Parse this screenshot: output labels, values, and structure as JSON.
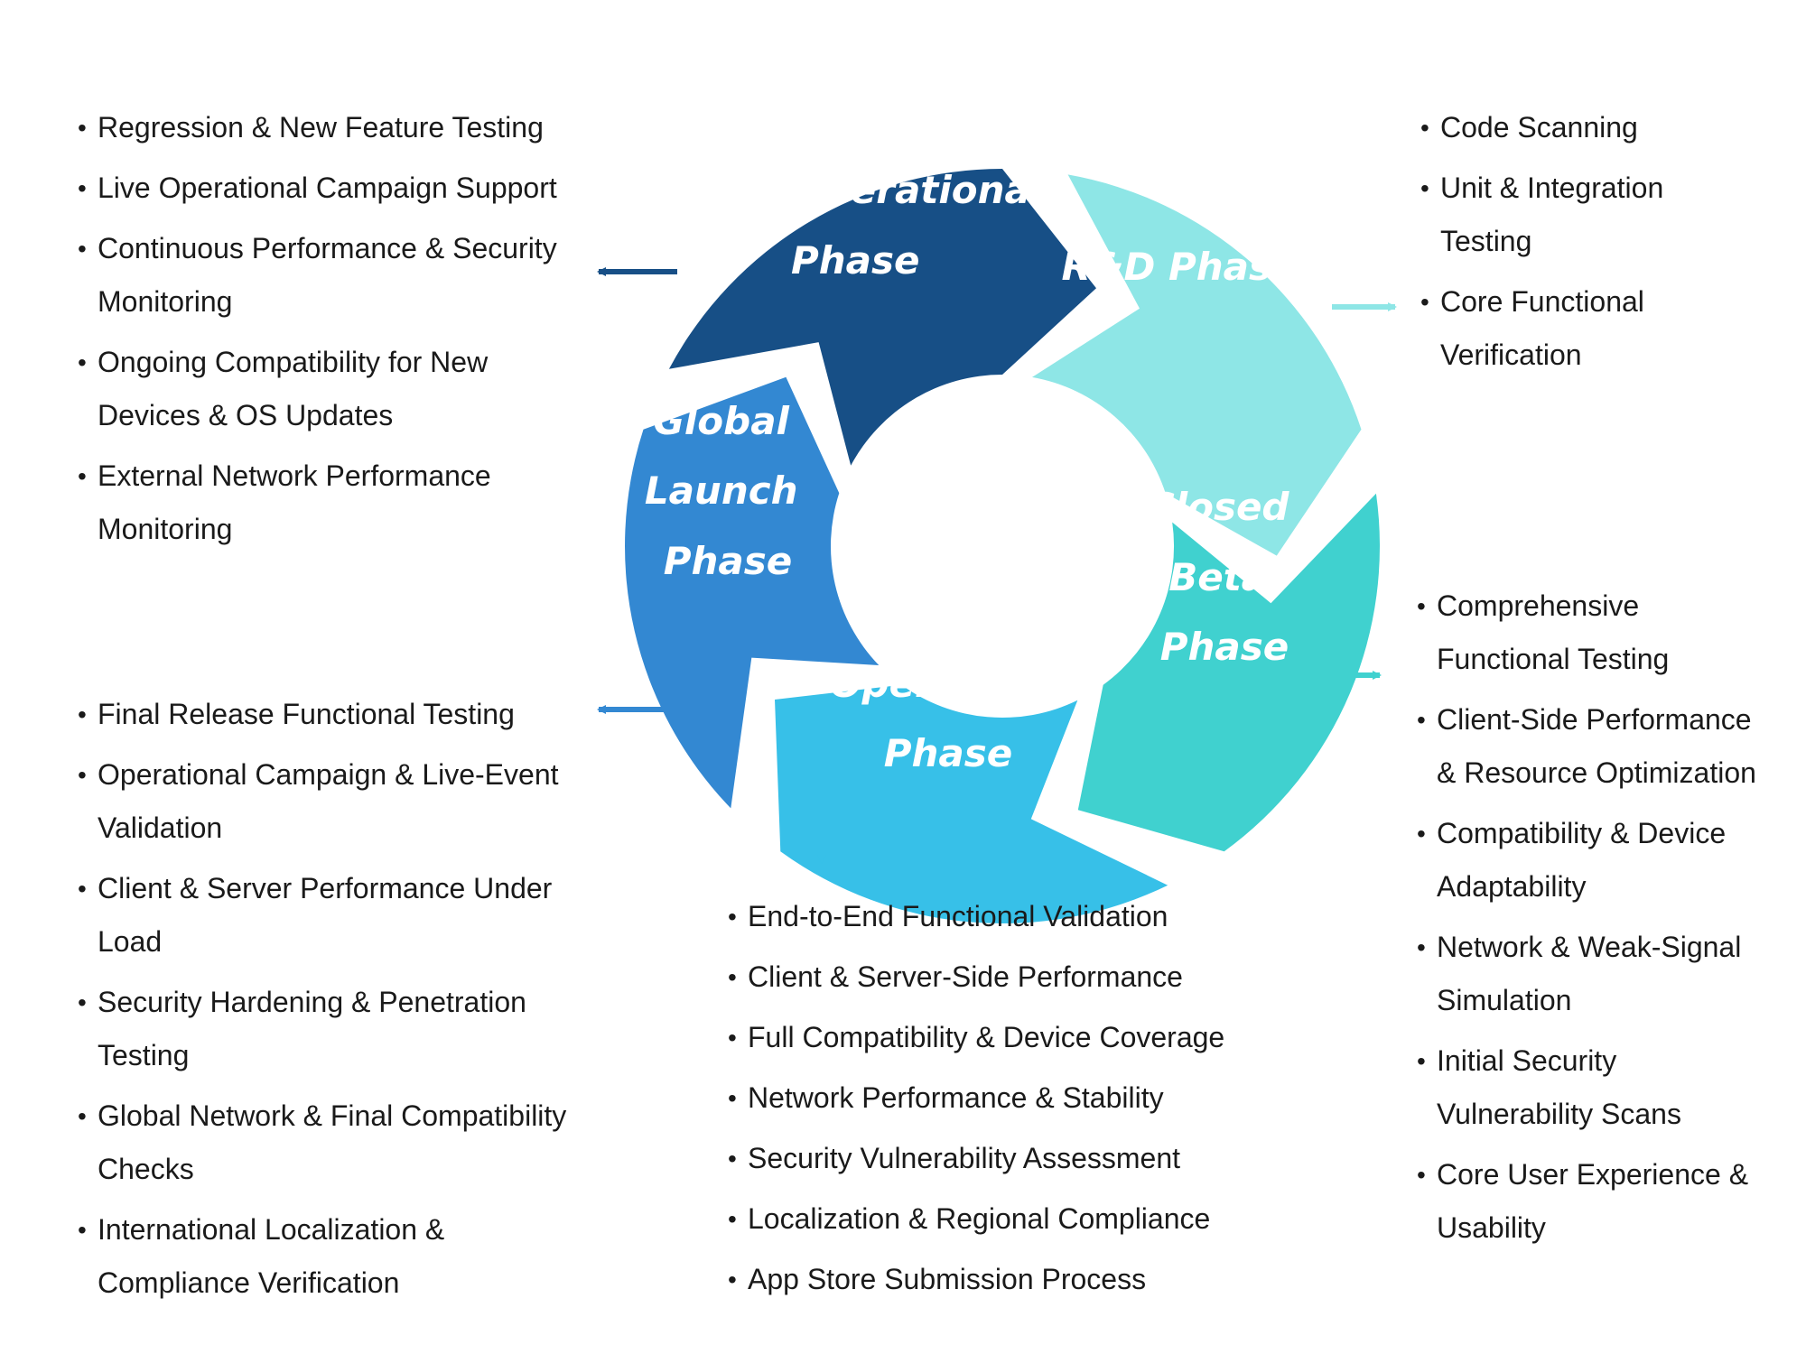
{
  "phases": {
    "operational": {
      "label_lines": [
        "Operational",
        "Phase"
      ],
      "color": "#174f86",
      "items": [
        "Regression & New Feature Testing",
        "Live Operational Campaign Support",
        "Continuous Performance & Security Monitoring",
        "Ongoing Compatibility for New Devices & OS Updates",
        "External Network Performance Monitoring"
      ]
    },
    "rd": {
      "label_lines": [
        "R&D Phase"
      ],
      "color": "#8ee6e6",
      "items": [
        "Code Scanning",
        "Unit & Integration Testing",
        "Core Functional Verification"
      ]
    },
    "closed_beta": {
      "label_lines": [
        "Closed",
        "Beta",
        "Phase"
      ],
      "color": "#40d1cf",
      "items": [
        "Comprehensive Functional Testing",
        "Client-Side Performance & Resource Optimization",
        "Compatibility & Device Adaptability",
        "Network & Weak-Signal Simulation",
        "Initial Security Vulnerability Scans",
        "Core User Experience & Usability"
      ]
    },
    "open_beta": {
      "label_lines": [
        "Open Beta",
        "Phase"
      ],
      "color": "#37c0e8",
      "items": [
        "End-to-End Functional Validation",
        "Client & Server-Side Performance",
        "Full Compatibility & Device Coverage",
        "Network Performance & Stability",
        "Security Vulnerability Assessment",
        "Localization & Regional Compliance",
        "App Store Submission Process"
      ]
    },
    "global_launch": {
      "label_lines": [
        "Global",
        "Launch",
        "Phase"
      ],
      "color": "#3388d2",
      "items": [
        "Final Release Functional Testing",
        "Operational Campaign & Live-Event Validation",
        "Client & Server Performance Under Load",
        "Security Hardening & Penetration Testing",
        "Global Network & Final Compatibility Checks",
        "International Localization & Compliance Verification"
      ]
    }
  }
}
